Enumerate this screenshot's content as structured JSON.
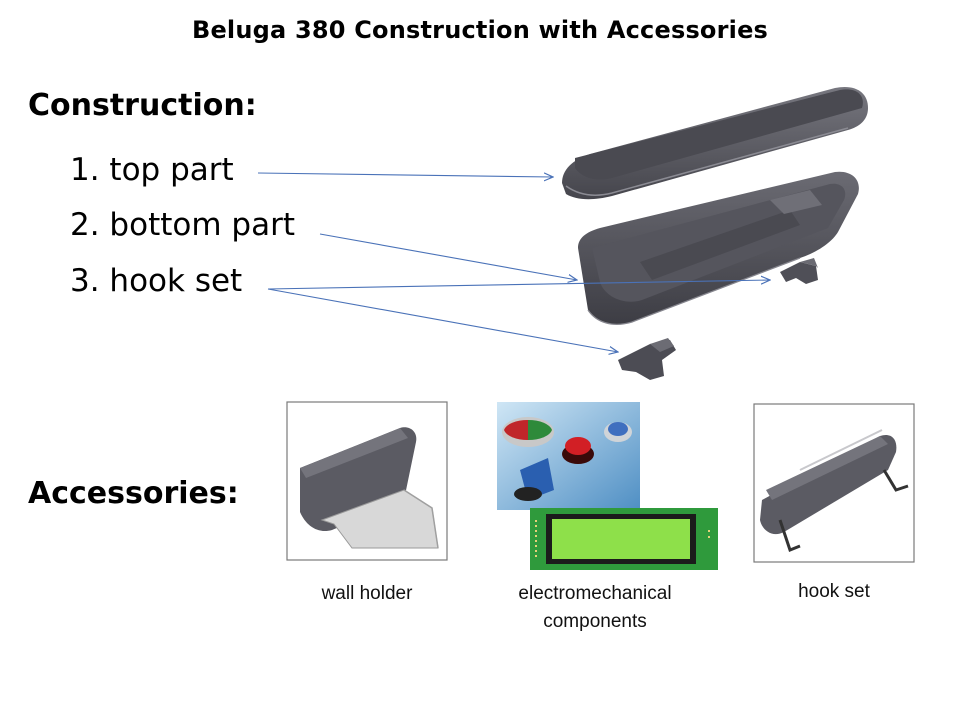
{
  "slide": {
    "title": "Beluga 380 Construction with Accessories",
    "construction_heading": "Construction:",
    "construction_items": [
      "1. top part",
      "2. bottom part",
      "3. hook set"
    ],
    "accessories_heading": "Accessories:",
    "accessories": [
      {
        "caption_lines": [
          "wall holder"
        ],
        "icon": "wall-holder-photo"
      },
      {
        "caption_lines": [
          "electromechanical",
          "components"
        ],
        "icon": "electromechanical-components-photo"
      },
      {
        "caption_lines": [
          "hook set"
        ],
        "icon": "hook-set-photo"
      }
    ]
  },
  "colors": {
    "arrow": "#4a72b8",
    "housing": "#5e5e66",
    "lcd_board": "#2f9a3c",
    "lcd_screen": "#8ee04a"
  }
}
